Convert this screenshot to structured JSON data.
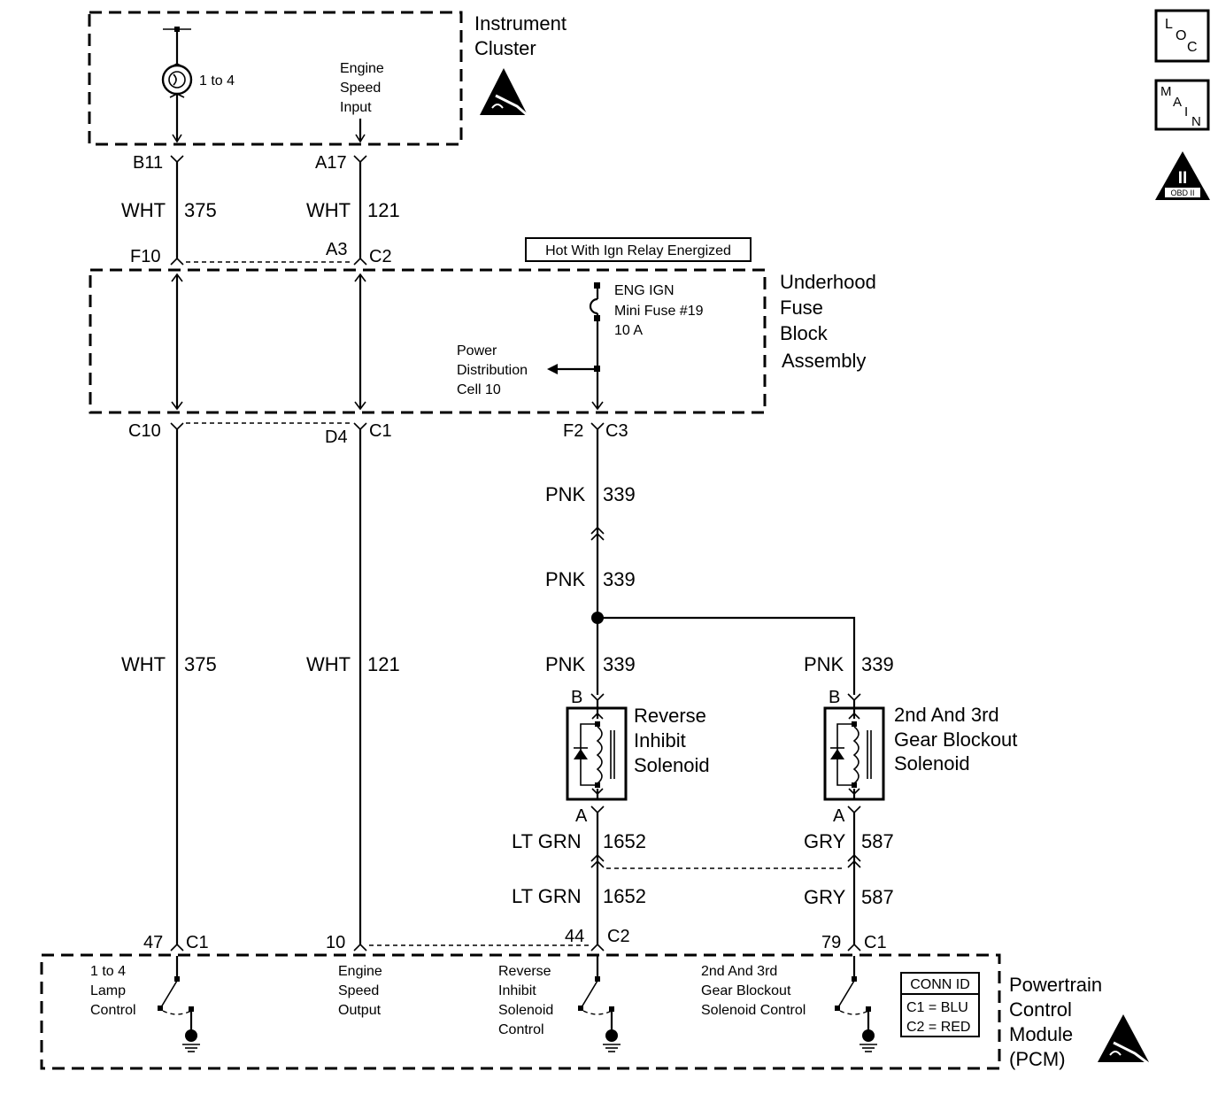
{
  "modules": {
    "instrument_cluster": {
      "line1": "Instrument",
      "line2": "Cluster",
      "indicator": "1 to 4",
      "input_l1": "Engine",
      "input_l2": "Speed",
      "input_l3": "Input"
    },
    "fuse_block": {
      "line1": "Underhood",
      "line2": "Fuse",
      "line3": "Block",
      "line4": "Assembly",
      "hot_label": "Hot With Ign Relay Energized",
      "fuse_l1": "ENG IGN",
      "fuse_l2": "Mini Fuse #19",
      "fuse_l3": "10 A",
      "pdc_l1": "Power",
      "pdc_l2": "Distribution",
      "pdc_l3": "Cell 10"
    },
    "reverse_solenoid": {
      "line1": "Reverse",
      "line2": "Inhibit",
      "line3": "Solenoid"
    },
    "blockout_solenoid": {
      "line1": "2nd And 3rd",
      "line2": "Gear Blockout",
      "line3": "Solenoid"
    },
    "pcm": {
      "line1": "Powertrain",
      "line2": "Control",
      "line3": "Module",
      "line4": "(PCM)",
      "lamp_l1": "1 to 4",
      "lamp_l2": "Lamp",
      "lamp_l3": "Control",
      "eso_l1": "Engine",
      "eso_l2": "Speed",
      "eso_l3": "Output",
      "ris_l1": "Reverse",
      "ris_l2": "Inhibit",
      "ris_l3": "Solenoid",
      "ris_l4": "Control",
      "gbs_l1": "2nd And 3rd",
      "gbs_l2": "Gear Blockout",
      "gbs_l3": "Solenoid Control",
      "conn_title": "CONN ID",
      "conn_c1": "C1 = BLU",
      "conn_c2": "C2 = RED"
    }
  },
  "pins": {
    "b11": "B11",
    "a17": "A17",
    "f10": "F10",
    "a3": "A3",
    "c2_top": "C2",
    "c10": "C10",
    "d4": "D4",
    "c1_mid": "C1",
    "f2": "F2",
    "c3": "C3",
    "b_rev": "B",
    "b_gear": "B",
    "a_rev": "A",
    "a_gear": "A",
    "p47": "47",
    "c1_a": "C1",
    "p10": "10",
    "p44": "44",
    "c2_bot": "C2",
    "p79": "79",
    "c1_b": "C1"
  },
  "wires": {
    "w375_color": "WHT",
    "w375_num": "375",
    "w121_color": "WHT",
    "w121_num": "121",
    "w339_color": "PNK",
    "w339_num": "339",
    "w1652_color": "LT GRN",
    "w1652_num": "1652",
    "w587_color": "GRY",
    "w587_num": "587"
  },
  "badges": {
    "loc_l": "L",
    "loc_o": "O",
    "loc_c": "C",
    "main_m": "M",
    "main_a": "A",
    "main_i": "I",
    "main_n": "N",
    "obd_top": "II",
    "obd_bottom": "OBD II"
  }
}
